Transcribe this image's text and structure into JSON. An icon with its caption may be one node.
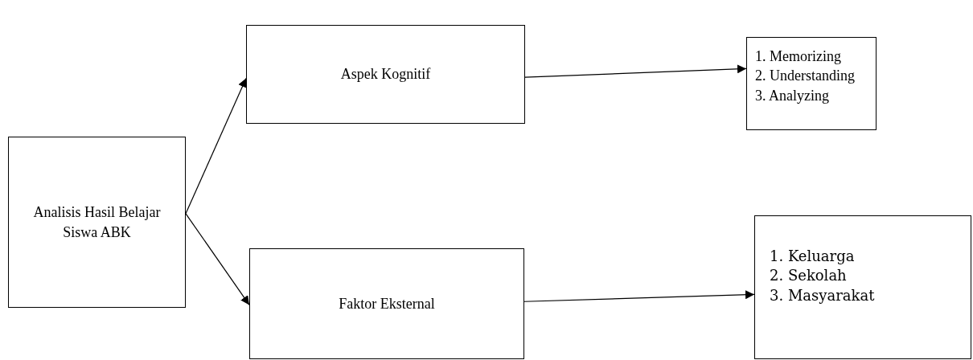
{
  "diagram": {
    "nodes": [
      {
        "text": [
          "Analisis Hasil Belajar Siswa ABK"
        ]
      },
      {
        "text": [
          "Aspek Kognitif"
        ]
      },
      {
        "text": [
          "1. Memorizing",
          "2. Understanding",
          "3. Analyzing"
        ]
      },
      {
        "text": [
          "Faktor Eksternal"
        ]
      },
      {
        "text": [
          "1. Keluarga",
          "2. Sekolah",
          "3. Masyarakat"
        ]
      }
    ],
    "edges": [
      {
        "from": 0,
        "to": 1,
        "arrow": "to"
      },
      {
        "from": 0,
        "to": 3,
        "arrow": "to"
      },
      {
        "from": 1,
        "to": 2,
        "arrow": "to"
      },
      {
        "from": 3,
        "to": 4,
        "arrow": "to"
      }
    ]
  }
}
